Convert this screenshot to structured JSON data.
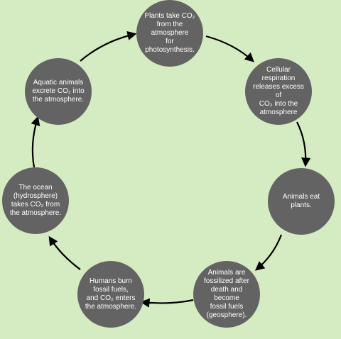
{
  "colors": {
    "background": "#d5ecc2",
    "node_fill": "#636363",
    "node_text": "#ffffff",
    "arrow": "#000000"
  },
  "nodes": [
    {
      "id": "plants-take",
      "text": "Plants take CO₂\nfrom the\natmosphere\nfor photosynthesis."
    },
    {
      "id": "cellular",
      "text": "Cellular respiration\nreleases excess of\nCO₂ into the\natmosphere"
    },
    {
      "id": "animals-eat",
      "text": "Animals eat plants."
    },
    {
      "id": "fossilized",
      "text": "Animals are\nfossilized after\ndeath and become\nfossil fuels\n(geosphere)."
    },
    {
      "id": "humans-burn",
      "text": "Humans burn\nfossil fuels,\nand CO₂ enters\nthe atmosphere."
    },
    {
      "id": "ocean",
      "text": "The ocean\n(hydrosphere)\ntakes CO₂ from\nthe atmosphere."
    },
    {
      "id": "aquatic",
      "text": "Aquatic animals\nexcrete CO₂ into\nthe atmosphere."
    }
  ]
}
